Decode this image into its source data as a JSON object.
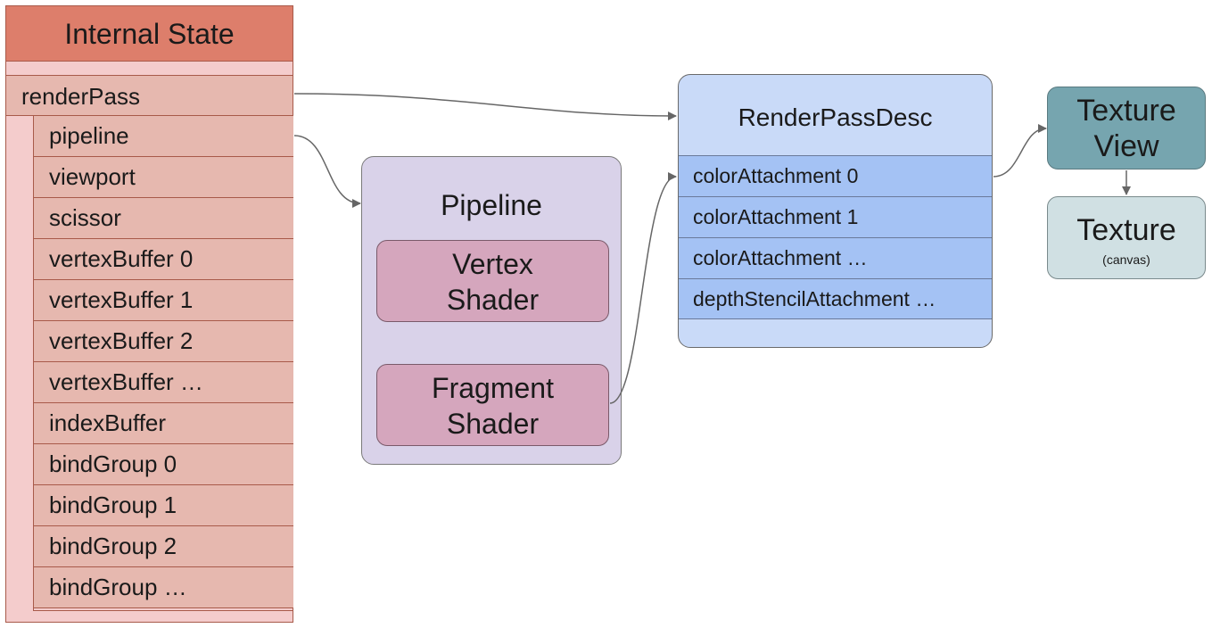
{
  "internal_state": {
    "title": "Internal State",
    "render_pass": "renderPass",
    "items": [
      "pipeline",
      "viewport",
      "scissor",
      "vertexBuffer 0",
      "vertexBuffer 1",
      "vertexBuffer 2",
      "vertexBuffer …",
      "indexBuffer",
      "bindGroup 0",
      "bindGroup 1",
      "bindGroup 2",
      "bindGroup …"
    ]
  },
  "pipeline": {
    "title": "Pipeline",
    "vertex_shader": [
      "Vertex",
      "Shader"
    ],
    "fragment_shader": [
      "Fragment",
      "Shader"
    ]
  },
  "render_pass_desc": {
    "title": "RenderPassDesc",
    "items": [
      "colorAttachment 0",
      "colorAttachment 1",
      "colorAttachment …",
      "depthStencilAttachment …"
    ]
  },
  "texture_view": {
    "label": [
      "Texture",
      "View"
    ]
  },
  "texture": {
    "label": "Texture",
    "sublabel": "(canvas)"
  },
  "colors": {
    "state_header": "#dd7e6b",
    "state_row": "#e6b8af",
    "state_panel": "#f4cccc",
    "pipeline": "#d9d2e9",
    "shader": "#d5a6bd",
    "render_pass_desc": "#c9daf8",
    "attachment_row": "#a4c2f4",
    "texture_view": "#76a5af",
    "texture": "#d0e0e3",
    "arrow": "#666666"
  }
}
